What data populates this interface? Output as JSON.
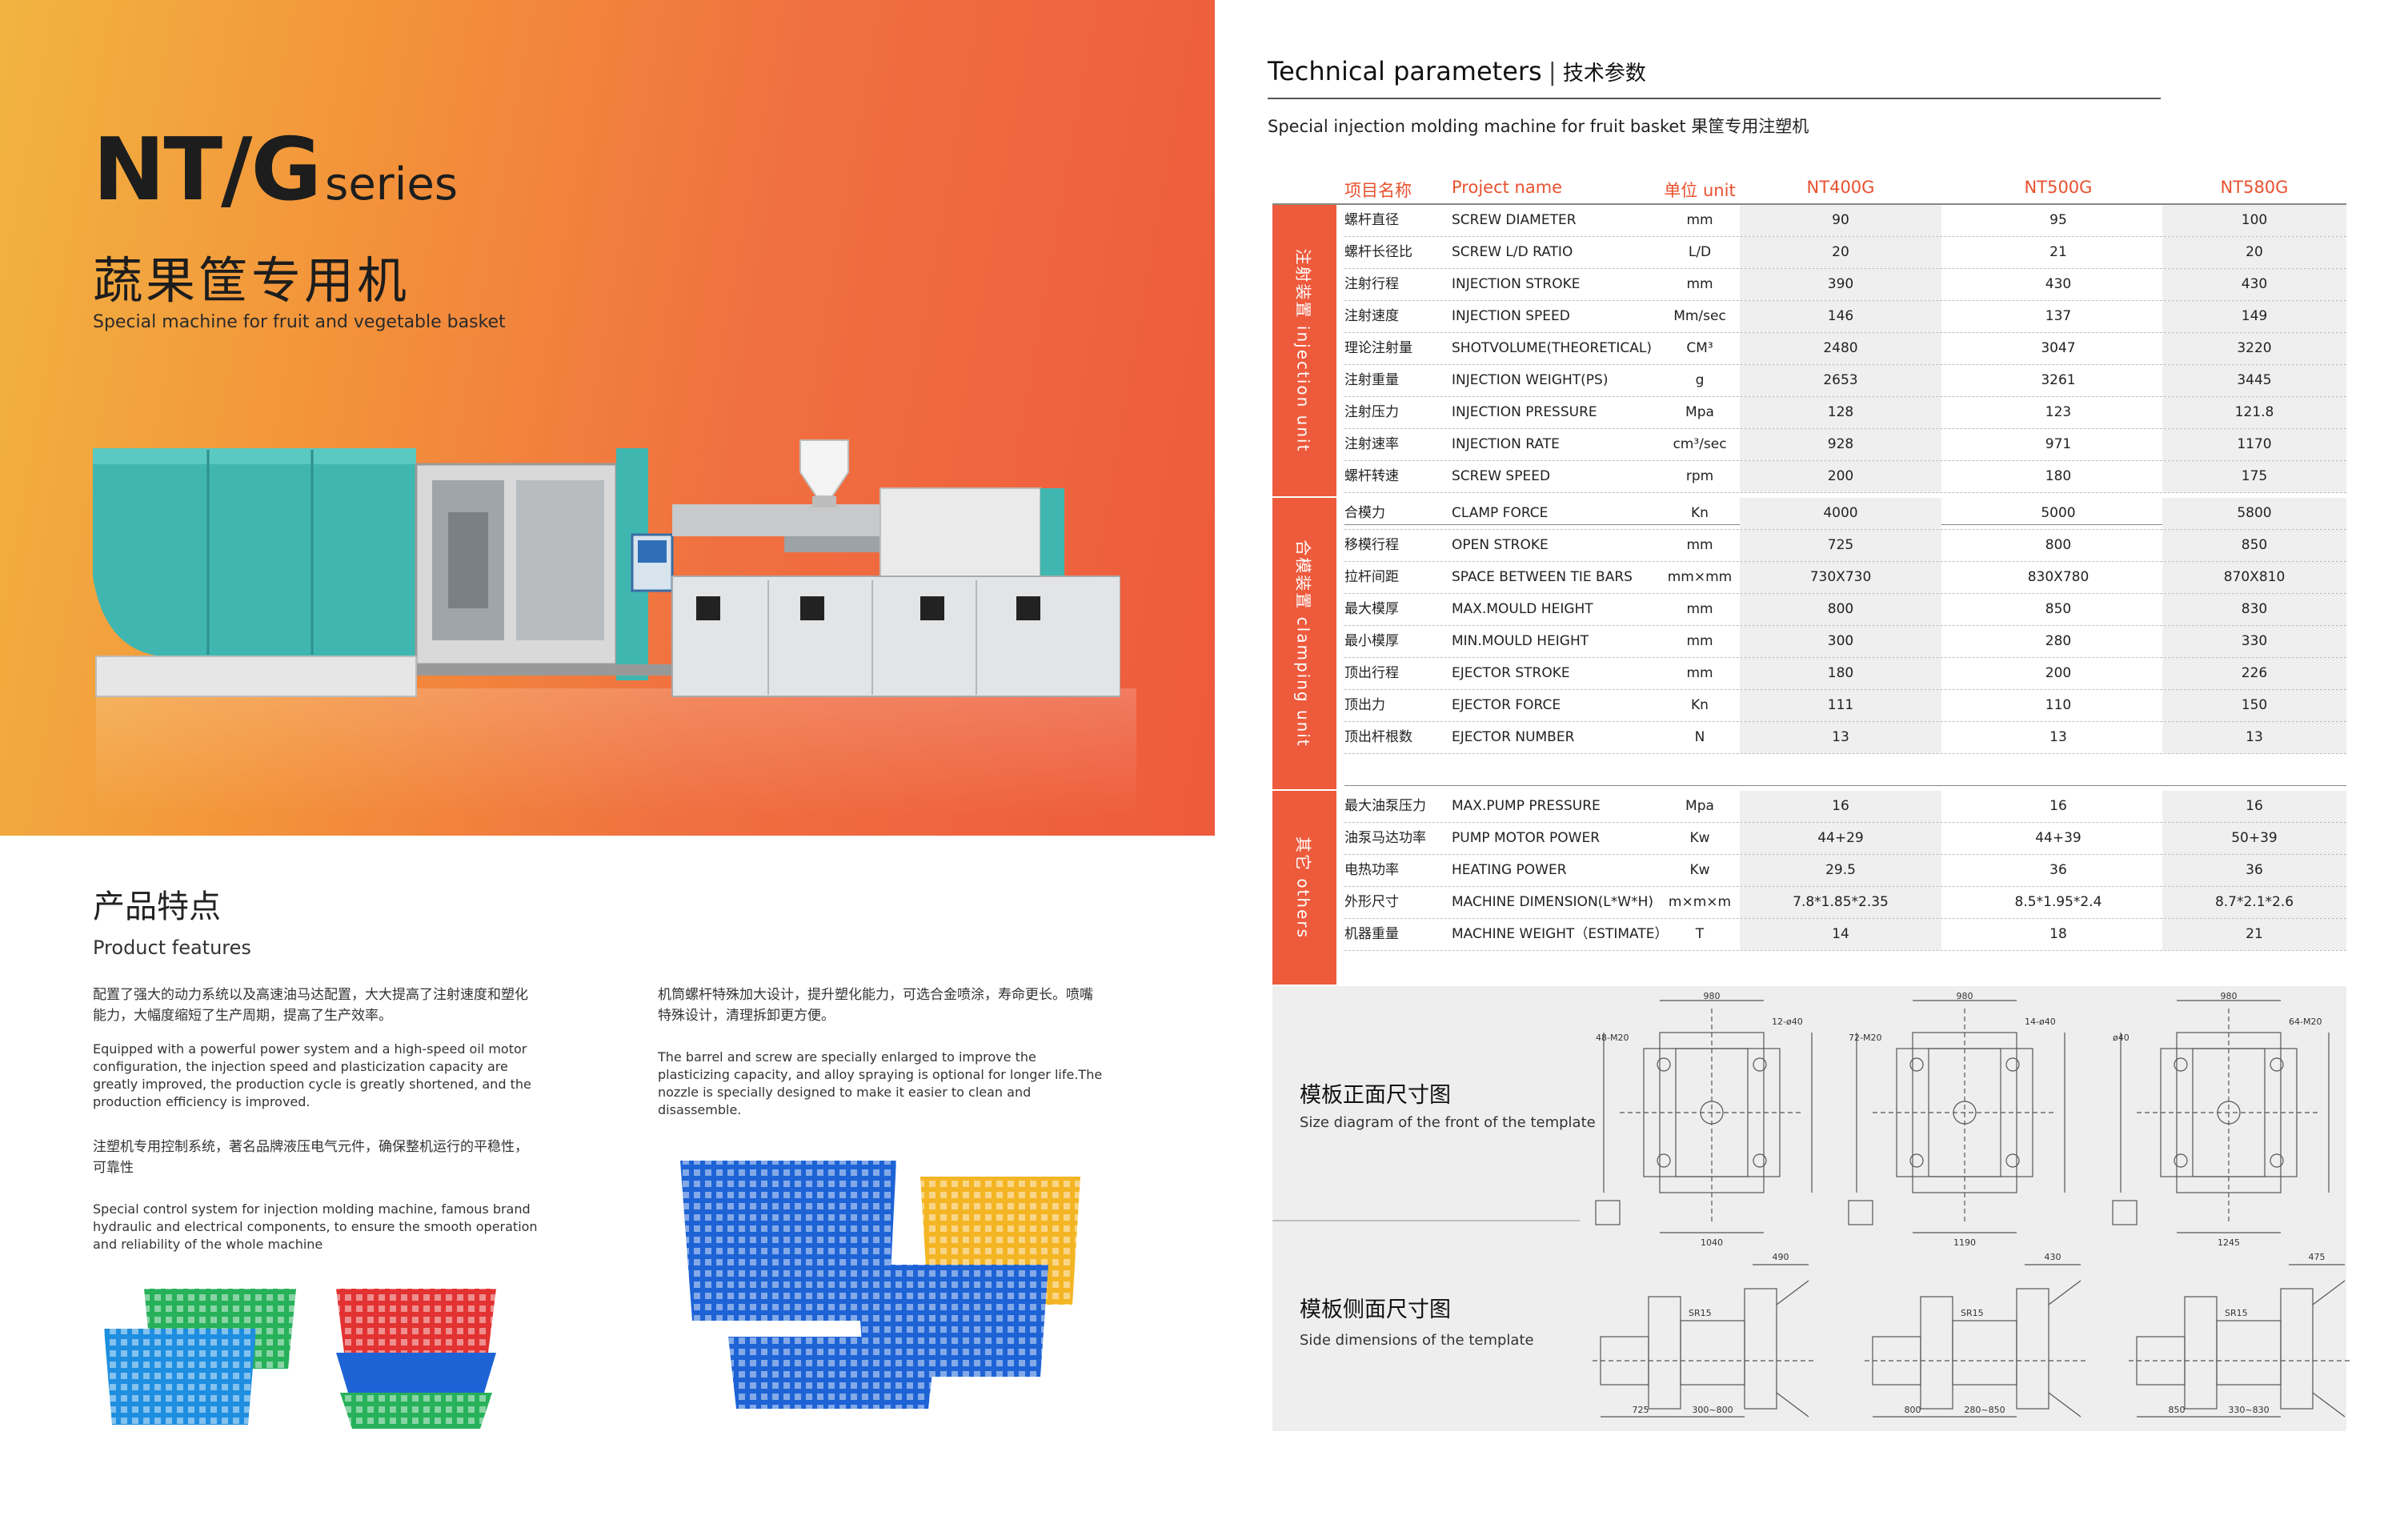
{
  "hero": {
    "series_main": "NT/G",
    "series_word": "series",
    "title_cn": "蔬果筐专用机",
    "title_en": "Special machine for fruit and vegetable basket"
  },
  "features": {
    "title_cn": "产品特点",
    "title_en": "Product features",
    "items": [
      {
        "cn": "配置了强大的动力系统以及高速油马达配置，大大提高了注射速度和塑化能力，大幅度缩短了生产周期，提高了生产效率。",
        "en": "Equipped with a powerful power system and a high-speed oil motor configuration, the injection speed and plasticization capacity are greatly improved, the production cycle is greatly shortened, and the production efficiency is improved."
      },
      {
        "cn": "注塑机专用控制系统，著名品牌液压电气元件，确保整机运行的平稳性，可靠性",
        "en": "Special control system for injection molding machine, famous brand hydraulic and electrical components, to ensure the smooth operation and reliability of the whole machine"
      },
      {
        "cn": "机筒螺杆特殊加大设计，提升塑化能力，可选合金喷涂，寿命更长。喷嘴特殊设计，清理拆卸更方便。",
        "en": "The barrel and screw are specially enlarged to improve the plasticizing capacity, and alloy spraying is optional for longer life.The nozzle is specially designed to make it easier to clean and disassemble."
      }
    ]
  },
  "tech": {
    "title_en": "Technical parameters",
    "separator": "|",
    "title_cn": "技术参数",
    "subtitle": "Special injection molding machine for fruit basket   果筐专用注塑机",
    "headers": {
      "cn": "项目名称",
      "en": "Project name",
      "unit": "单位 unit",
      "m1": "NT400G",
      "m2": "NT500G",
      "m3": "NT580G"
    },
    "groups": [
      {
        "label": "注射装置 injection unit",
        "rows": [
          {
            "cn": "螺杆直径",
            "en": "SCREW DIAMETER",
            "unit": "mm",
            "v1": "90",
            "v2": "95",
            "v3": "100"
          },
          {
            "cn": "螺杆长径比",
            "en": "SCREW L/D RATIO",
            "unit": "L/D",
            "v1": "20",
            "v2": "21",
            "v3": "20"
          },
          {
            "cn": "注射行程",
            "en": "INJECTION STROKE",
            "unit": "mm",
            "v1": "390",
            "v2": "430",
            "v3": "430"
          },
          {
            "cn": "注射速度",
            "en": "INJECTION SPEED",
            "unit": "Mm/sec",
            "v1": "146",
            "v2": "137",
            "v3": "149"
          },
          {
            "cn": "理论注射量",
            "en": "SHOTVOLUME(THEORETICAL)",
            "unit": "CM³",
            "v1": "2480",
            "v2": "3047",
            "v3": "3220"
          },
          {
            "cn": "注射重量",
            "en": "INJECTION WEIGHT(PS)",
            "unit": "g",
            "v1": "2653",
            "v2": "3261",
            "v3": "3445"
          },
          {
            "cn": "注射压力",
            "en": "INJECTION PRESSURE",
            "unit": "Mpa",
            "v1": "128",
            "v2": "123",
            "v3": "121.8"
          },
          {
            "cn": "注射速率",
            "en": "INJECTION RATE",
            "unit": "cm³/sec",
            "v1": "928",
            "v2": "971",
            "v3": "1170"
          },
          {
            "cn": "螺杆转速",
            "en": "SCREW SPEED",
            "unit": "rpm",
            "v1": "200",
            "v2": "180",
            "v3": "175"
          }
        ]
      },
      {
        "label": "合模装置 clamping unit",
        "rows": [
          {
            "cn": "合模力",
            "en": "CLAMP FORCE",
            "unit": "Kn",
            "v1": "4000",
            "v2": "5000",
            "v3": "5800"
          },
          {
            "cn": "移模行程",
            "en": "OPEN STROKE",
            "unit": "mm",
            "v1": "725",
            "v2": "800",
            "v3": "850"
          },
          {
            "cn": "拉杆间距",
            "en": "SPACE BETWEEN TIE BARS",
            "unit": "mm×mm",
            "v1": "730X730",
            "v2": "830X780",
            "v3": "870X810"
          },
          {
            "cn": "最大模厚",
            "en": "MAX.MOULD HEIGHT",
            "unit": "mm",
            "v1": "800",
            "v2": "850",
            "v3": "830"
          },
          {
            "cn": "最小模厚",
            "en": "MIN.MOULD HEIGHT",
            "unit": "mm",
            "v1": "300",
            "v2": "280",
            "v3": "330"
          },
          {
            "cn": "顶出行程",
            "en": "EJECTOR STROKE",
            "unit": "mm",
            "v1": "180",
            "v2": "200",
            "v3": "226"
          },
          {
            "cn": "顶出力",
            "en": "EJECTOR FORCE",
            "unit": "Kn",
            "v1": "111",
            "v2": "110",
            "v3": "150"
          },
          {
            "cn": "顶出杆根数",
            "en": "EJECTOR NUMBER",
            "unit": "N",
            "v1": "13",
            "v2": "13",
            "v3": "13"
          }
        ]
      },
      {
        "label": "其它 others",
        "rows": [
          {
            "cn": "最大油泵压力",
            "en": "MAX.PUMP PRESSURE",
            "unit": "Mpa",
            "v1": "16",
            "v2": "16",
            "v3": "16"
          },
          {
            "cn": "油泵马达功率",
            "en": "PUMP MOTOR POWER",
            "unit": "Kw",
            "v1": "44+29",
            "v2": "44+39",
            "v3": "50+39"
          },
          {
            "cn": "电热功率",
            "en": "HEATING POWER",
            "unit": "Kw",
            "v1": "29.5",
            "v2": "36",
            "v3": "36"
          },
          {
            "cn": "外形尺寸",
            "en": "MACHINE DIMENSION(L*W*H)",
            "unit": "m×m×m",
            "v1": "7.8*1.85*2.35",
            "v2": "8.5*1.95*2.4",
            "v3": "8.7*2.1*2.6"
          },
          {
            "cn": "机器重量",
            "en": "MACHINE WEIGHT（ESTIMATE）",
            "unit": "T",
            "v1": "14",
            "v2": "18",
            "v3": "21"
          }
        ]
      }
    ]
  },
  "diagrams": {
    "front_cn": "模板正面尺寸图",
    "front_en": "Size diagram of the front of the template",
    "side_cn": "模板侧面尺寸图",
    "side_en": "Side dimensions of the template",
    "front_labels": [
      {
        "top": "980",
        "bottom": "1040",
        "hole": "12-ø40",
        "bolt": "48-M20"
      },
      {
        "top": "980",
        "bottom": "1190",
        "hole": "14-ø40",
        "bolt": "72-M20"
      },
      {
        "top": "980",
        "bottom": "1245",
        "hole": "64-M20",
        "bolt": "ø40"
      }
    ],
    "side_labels": [
      {
        "a": "490",
        "b": "725",
        "c": "300~800",
        "sr": "SR15"
      },
      {
        "a": "430",
        "b": "800",
        "c": "280~850",
        "sr": "SR15"
      },
      {
        "a": "475",
        "b": "850",
        "c": "330~830",
        "sr": "SR15"
      }
    ]
  },
  "colors": {
    "accent": "#ee5a3c",
    "machine_teal": "#3fb7b0",
    "crate_blue": "#1e63d6",
    "crate_green": "#27b15a",
    "crate_red": "#e23232",
    "crate_yellow": "#f4b524"
  }
}
